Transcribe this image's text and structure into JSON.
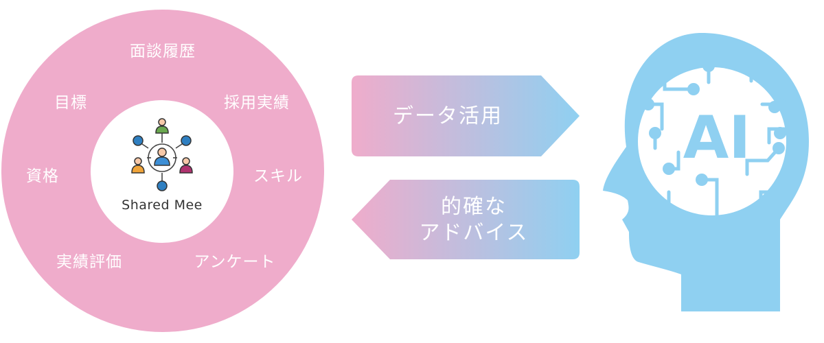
{
  "ring_labels": {
    "top": "面談履歴",
    "upper_left": "目標",
    "upper_right": "採用実績",
    "left": "資格",
    "right": "スキル",
    "lower_left": "実績評価",
    "lower_right": "アンケート"
  },
  "brand": {
    "name": "Shared Mee"
  },
  "arrows": {
    "to_ai": "データ活用",
    "from_ai_line1": "的確な",
    "from_ai_line2": "アドバイス"
  },
  "ai_head": {
    "label": "AI"
  },
  "colors": {
    "pink": "#efaccb",
    "blue": "#8fd0f1",
    "avatar_green": "#6aa84f",
    "avatar_blue": "#3d8fd6",
    "avatar_orange": "#f0a43a",
    "avatar_magenta": "#b0336f",
    "avatar_skin": "#f6c8a8",
    "node_blue": "#2f7fc1"
  }
}
